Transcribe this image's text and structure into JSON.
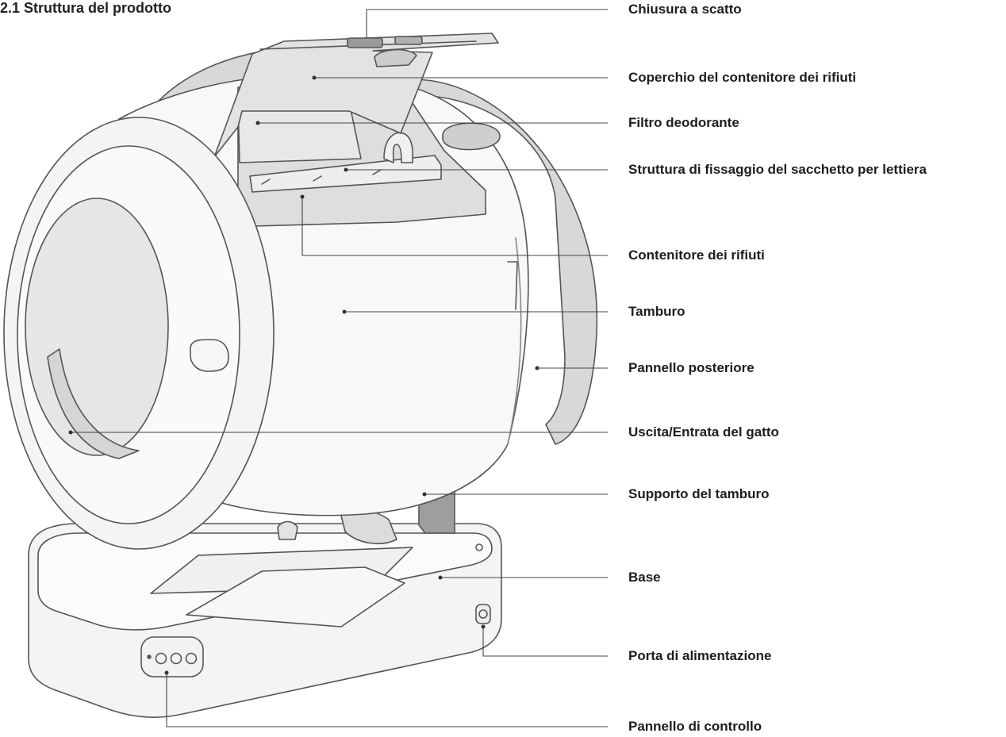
{
  "title": "2.1 Struttura del prodotto",
  "labels": {
    "chiusura": "Chiusura a scatto",
    "coperchio": "Coperchio del contenitore dei rifiuti",
    "filtro": "Filtro deodorante",
    "struttura": "Struttura di fissaggio del sacchetto per lettiera",
    "contenitore": "Contenitore dei rifiuti",
    "tamburo": "Tamburo",
    "pannello_post": "Pannello posteriore",
    "uscita": "Uscita/Entrata del gatto",
    "supporto": "Supporto del tamburo",
    "base": "Base",
    "porta": "Porta di alimentazione",
    "controllo": "Pannello di controllo"
  },
  "colors": {
    "line": "#555555",
    "fill_light": "#f3f3f3",
    "fill_shade": "#d9d9d9",
    "fill_dark": "#bdbdbd"
  }
}
